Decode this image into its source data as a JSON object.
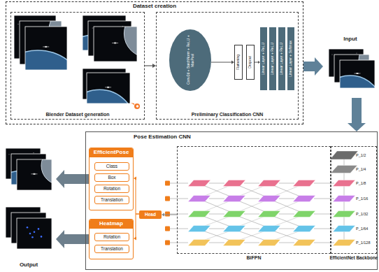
{
  "diagram": {
    "nodes": [
      {
        "text": [
          "Dataset creation"
        ]
      },
      {
        "text": [
          "Blender Dataset generation"
        ],
        "in": 0
      },
      {
        "text": [
          "Preliminary Classification CNN"
        ],
        "in": 0
      },
      {
        "text": [
          "Conv2d + BatchNorm + ReLU + MaxPool"
        ],
        "in": 2
      },
      {
        "text": [
          "Flattening"
        ],
        "in": 2
      },
      {
        "text": [
          "Dropout"
        ],
        "in": 2
      },
      {
        "text": [
          "Linear Layer + ReLU"
        ],
        "in": 2
      },
      {
        "text": [
          "Linear Layer + ReLU"
        ],
        "in": 2
      },
      {
        "text": [
          "Linear Layer + ReLU"
        ],
        "in": 2
      },
      {
        "text": [
          "Linear Layer + Softmax"
        ],
        "in": 2
      },
      {
        "text": [
          "Input"
        ]
      },
      {
        "text": [
          "Pose Estimation CNN"
        ]
      },
      {
        "text": [
          "EfficientPose"
        ],
        "in": 11
      },
      {
        "text": [
          "Class"
        ],
        "in": 12
      },
      {
        "text": [
          "Box"
        ],
        "in": 12
      },
      {
        "text": [
          "Rotation"
        ],
        "in": 12
      },
      {
        "text": [
          "Translation"
        ],
        "in": 12
      },
      {
        "text": [
          "Heatmap"
        ],
        "in": 11
      },
      {
        "text": [
          "Rotation"
        ],
        "in": 17
      },
      {
        "text": [
          "Translation"
        ],
        "in": 17
      },
      {
        "text": [
          "Head"
        ],
        "in": 11
      },
      {
        "text": [
          "BiFPN"
        ],
        "in": 11
      },
      {
        "text": [
          "EfficientNet Backbone"
        ],
        "in": 11
      },
      {
        "text": [
          "Output"
        ]
      }
    ],
    "edges": [
      {
        "from": 0,
        "to": 10,
        "arrow": "to"
      },
      {
        "from": 10,
        "to": 11,
        "arrow": "to"
      },
      {
        "from": 1,
        "to": 2,
        "arrow": "to"
      },
      {
        "from": 3,
        "to": 4,
        "arrow": "to"
      },
      {
        "from": 5,
        "to": 6,
        "arrow": "to"
      },
      {
        "from": 12,
        "to": 23,
        "arrow": "to"
      },
      {
        "from": 17,
        "to": 23,
        "arrow": "to"
      },
      {
        "from": 20,
        "to": 12,
        "arrow": "to"
      },
      {
        "from": 20,
        "to": 17,
        "arrow": "to"
      },
      {
        "from": 21,
        "to": 20,
        "arrow": "to"
      }
    ],
    "labels": [
      "P_1/2",
      "P_1/4",
      "P_1/8",
      "P_1/16",
      "P_1/32",
      "P_1/64",
      "P_1/128"
    ]
  }
}
